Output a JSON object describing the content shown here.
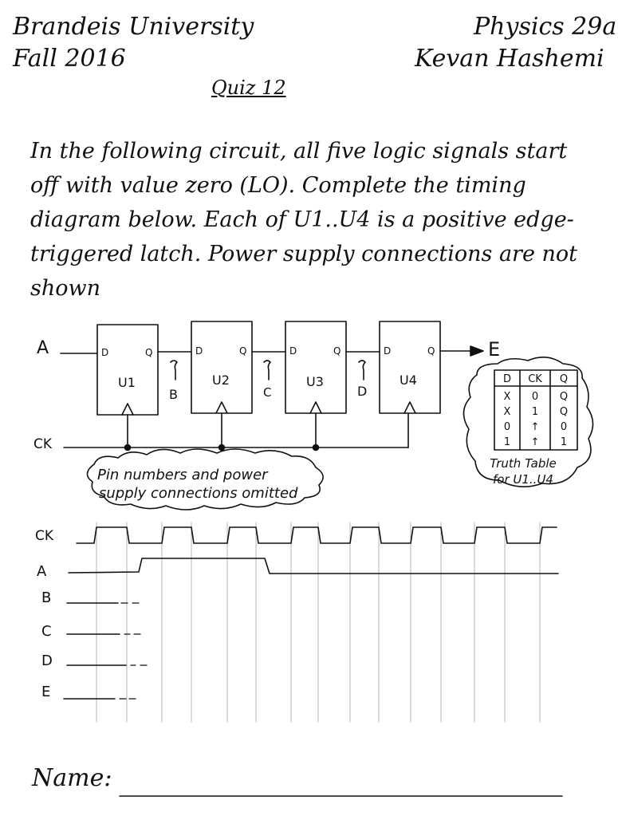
{
  "header": {
    "university": "Brandeis University",
    "term": "Fall 2016",
    "course": "Physics 29a",
    "instructor": "Kevan Hashemi"
  },
  "title": "Quiz 12",
  "problem_text": "In the following circuit, all five logic signals start off with value zero (LO). Complete the timing diagram below. Each of U1..U4 is a positive edge-triggered latch. Power supply connections are not shown",
  "circuit": {
    "input_label": "A",
    "clock_label": "CK",
    "output_label": "E",
    "latches": [
      {
        "name": "U1",
        "d": "D",
        "q": "Q"
      },
      {
        "name": "U2",
        "d": "D",
        "q": "Q"
      },
      {
        "name": "U3",
        "d": "D",
        "q": "Q"
      },
      {
        "name": "U4",
        "d": "D",
        "q": "Q"
      }
    ],
    "node_labels": [
      "B",
      "C",
      "D"
    ],
    "note": [
      "Pin numbers and power",
      "supply connections omitted"
    ]
  },
  "truth_table": {
    "headers": [
      "D",
      "CK",
      "Q"
    ],
    "rows": [
      [
        "X",
        "0",
        "Q"
      ],
      [
        "X",
        "1",
        "Q"
      ],
      [
        "0",
        "↑",
        "0"
      ],
      [
        "1",
        "↑",
        "1"
      ]
    ],
    "caption": [
      "Truth Table",
      "for U1..U4"
    ]
  },
  "timing": {
    "signals": [
      "CK",
      "A",
      "B",
      "C",
      "D",
      "E"
    ],
    "clock_cycles": 7,
    "a_high_from_cycle": 1,
    "a_low_from_cycle": 3
  },
  "footer": {
    "name_label": "Name:"
  },
  "colors": {
    "ink": "#111111",
    "grid": "#b5b5b5"
  }
}
